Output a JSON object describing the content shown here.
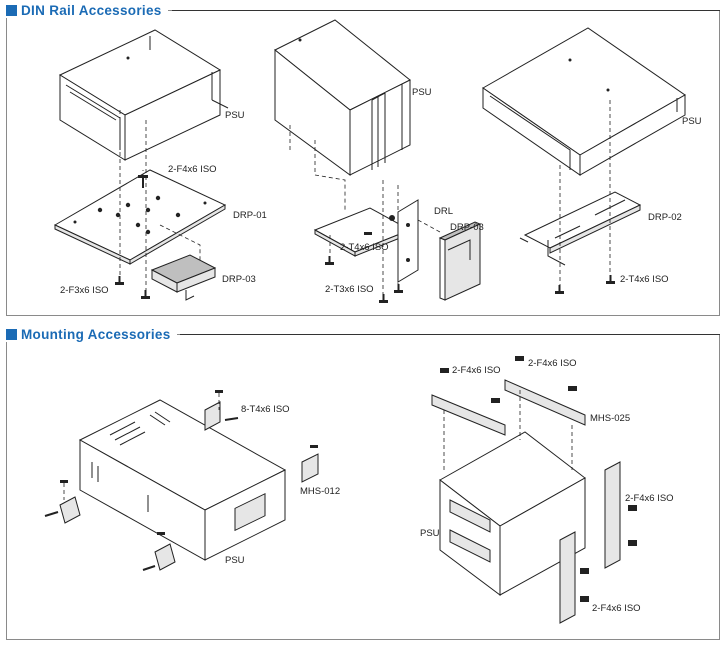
{
  "sections": {
    "din_rail": {
      "title": "DIN Rail Accessories",
      "labels": {
        "psu_a": "PSU",
        "screw_f_top": "2-F4x6 ISO",
        "drp01": "DRP-01",
        "drp03_a": "DRP-03",
        "screw_f3": "2-F3x6 ISO",
        "psu_b": "PSU",
        "drl": "DRL",
        "drp03_b": "DRP-03",
        "screw_t4_b": "2-T4x6 ISO",
        "screw_t3": "2-T3x6 ISO",
        "psu_c": "PSU",
        "drp02": "DRP-02",
        "screw_t4_c": "2-T4x6 ISO"
      }
    },
    "mounting": {
      "title": "Mounting Accessories",
      "labels": {
        "screw_8t": "8-T4x6 ISO",
        "mhs012": "MHS-012",
        "psu_d": "PSU",
        "screw_f_a": "2-F4x6 ISO",
        "screw_f_b": "2-F4x6 ISO",
        "mhs025": "MHS-025",
        "psu_e": "PSU",
        "screw_f_c": "2-F4x6 ISO",
        "screw_f_d": "2-F4x6 ISO"
      }
    }
  },
  "colors": {
    "accent": "#1b6bb5",
    "frame": "#8a8a8a"
  },
  "icons": {
    "section_marker": "blue-square-icon"
  }
}
